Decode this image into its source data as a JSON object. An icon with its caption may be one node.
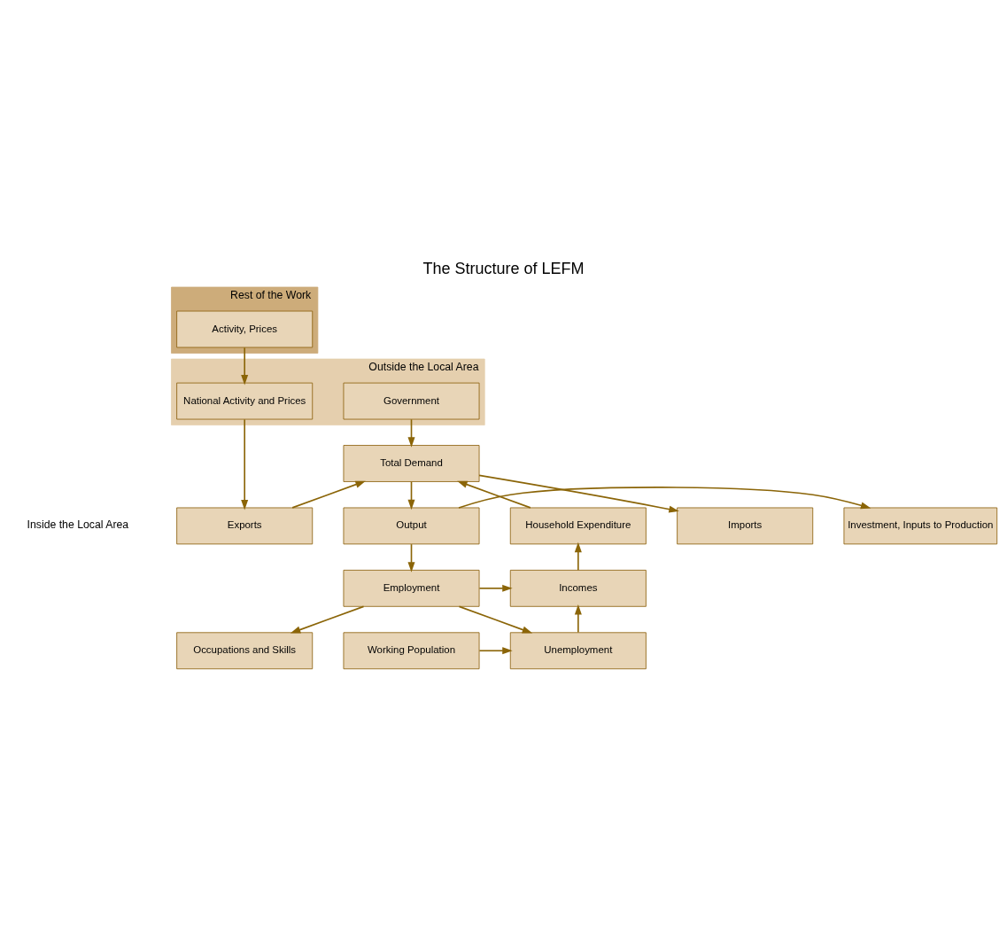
{
  "diagram": {
    "title": "The Structure of LEFM",
    "nodes": [
      {
        "text": [
          "Rest of the Work"
        ]
      },
      {
        "text": [
          "Activity, Prices"
        ],
        "in": 0
      },
      {
        "text": [
          "Outside the Local Area"
        ]
      },
      {
        "text": [
          "Government"
        ],
        "in": 2
      },
      {
        "text": [
          "National Activity and Prices"
        ],
        "in": 2
      },
      {
        "text": [
          "Exports"
        ]
      },
      {
        "text": [
          "Imports"
        ]
      },
      {
        "text": [
          "Total Demand"
        ]
      },
      {
        "text": [
          "Household Expenditure"
        ]
      },
      {
        "text": [
          "Investment, Inputs to Production"
        ]
      },
      {
        "text": [
          "Output"
        ]
      },
      {
        "text": [
          "Incomes"
        ]
      },
      {
        "text": [
          "Employment"
        ]
      },
      {
        "text": [
          "Unemployment"
        ]
      },
      {
        "text": [
          "Working Population"
        ]
      },
      {
        "text": [
          "Occupations and Skills"
        ]
      }
    ],
    "edges": [
      {
        "from": 1,
        "to": 4,
        "arrow": "to"
      },
      {
        "from": 4,
        "to": 5,
        "arrow": "to"
      },
      {
        "from": 3,
        "to": 7,
        "arrow": "to"
      },
      {
        "from": 5,
        "to": 7,
        "arrow": "to"
      },
      {
        "from": 8,
        "to": 7,
        "arrow": "to"
      },
      {
        "from": 7,
        "to": 6,
        "arrow": "to"
      },
      {
        "from": 7,
        "to": 10,
        "arrow": "to"
      },
      {
        "from": 10,
        "to": 9,
        "arrow": "to"
      },
      {
        "from": 10,
        "to": 12,
        "arrow": "to"
      },
      {
        "from": 12,
        "to": 11,
        "arrow": "to"
      },
      {
        "from": 11,
        "to": 8,
        "arrow": "to"
      },
      {
        "from": 13,
        "to": 11,
        "arrow": "to"
      },
      {
        "from": 12,
        "to": 13,
        "arrow": "to"
      },
      {
        "from": 14,
        "to": 13,
        "arrow": "to"
      },
      {
        "from": 12,
        "to": 15,
        "arrow": "to"
      }
    ],
    "labels": [
      "Inside the Local Area"
    ]
  }
}
